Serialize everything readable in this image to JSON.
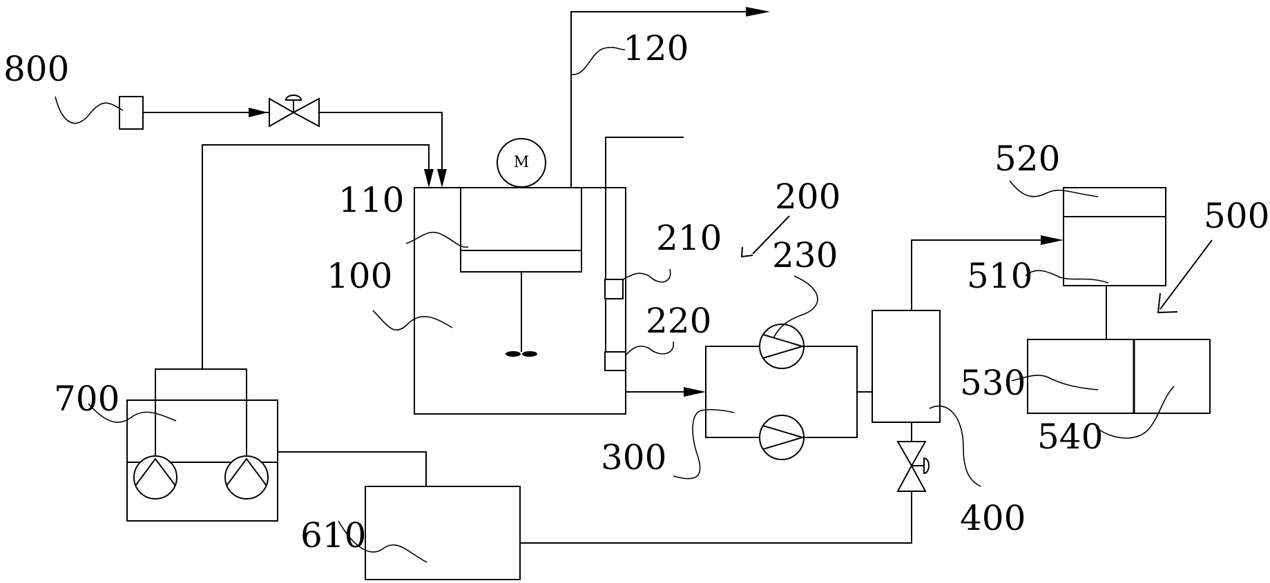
{
  "labels": {
    "l800": "800",
    "l120": "120",
    "l110": "110",
    "l100": "100",
    "l200": "200",
    "l210": "210",
    "l230": "230",
    "l220": "220",
    "l520": "520",
    "l500": "500",
    "l510": "510",
    "l530": "530",
    "l540": "540",
    "l700": "700",
    "l300": "300",
    "l400": "400",
    "l610": "610"
  },
  "motor_letter": "M",
  "colors": {
    "line": "#000000",
    "background": "#ffffff"
  }
}
